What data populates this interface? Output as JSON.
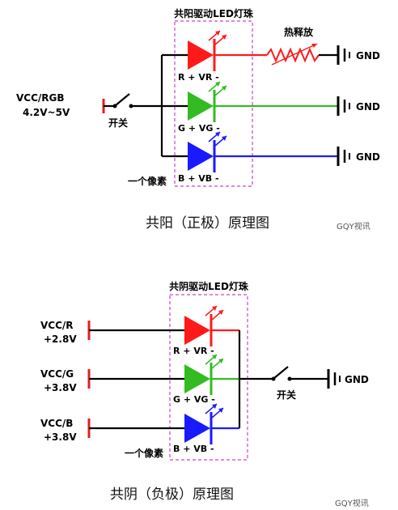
{
  "top": {
    "box_title": "共阳驱动LED灯珠",
    "source_label_1": "VCC/RGB",
    "source_label_2": "4.2V~5V",
    "switch_label": "开关",
    "thermistor_label": "热释放",
    "pixel_label": "一个像素",
    "leds": [
      {
        "label": "R + VR -",
        "color": "#ff1a1a"
      },
      {
        "label": "G + VG -",
        "color": "#33bb22"
      },
      {
        "label": "B + VB -",
        "color": "#1a1aff"
      }
    ],
    "grounds": [
      "GND",
      "GND",
      "GND"
    ],
    "caption": "共阳（正极）原理图",
    "watermark": "GQY视讯"
  },
  "bottom": {
    "box_title": "共阴驱动LED灯珠",
    "sources": [
      {
        "line1": "VCC/R",
        "line2": "+2.8V"
      },
      {
        "line1": "VCC/G",
        "line2": "+3.8V"
      },
      {
        "line1": "VCC/B",
        "line2": "+3.8V"
      }
    ],
    "leds": [
      {
        "label": "R + VR -",
        "color": "#ff1a1a"
      },
      {
        "label": "G + VG -",
        "color": "#33bb22"
      },
      {
        "label": "B + VB -",
        "color": "#1a1aff"
      }
    ],
    "switch_label": "开关",
    "ground": "GND",
    "pixel_label": "一个像素",
    "caption": "共阴（负极）原理图",
    "watermark": "GQY视讯"
  },
  "colors": {
    "wire": "#000000",
    "box": "#d040c0",
    "source_bar": "#e02020"
  }
}
